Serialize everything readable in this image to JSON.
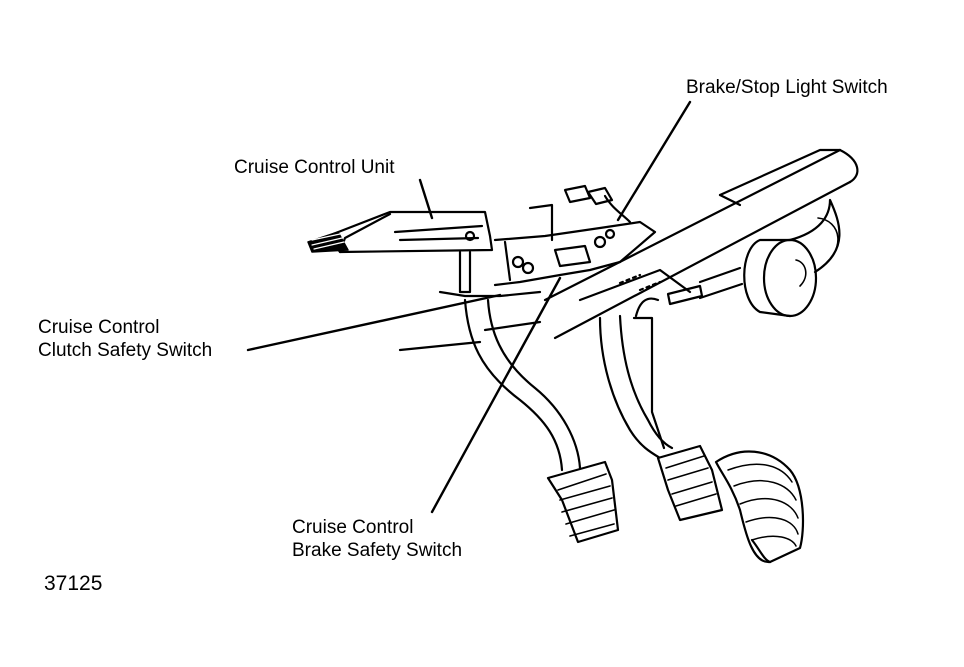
{
  "labels": {
    "brake_stop_light_switch": "Brake/Stop Light Switch",
    "cruise_control_unit": "Cruise Control Unit",
    "clutch_safety_switch": [
      "Cruise Control",
      "Clutch Safety Switch"
    ],
    "brake_safety_switch": [
      "Cruise Control",
      "Brake Safety Switch"
    ]
  },
  "figure_number": "37125",
  "colors": {
    "ink": "#000000",
    "paper": "#ffffff"
  }
}
